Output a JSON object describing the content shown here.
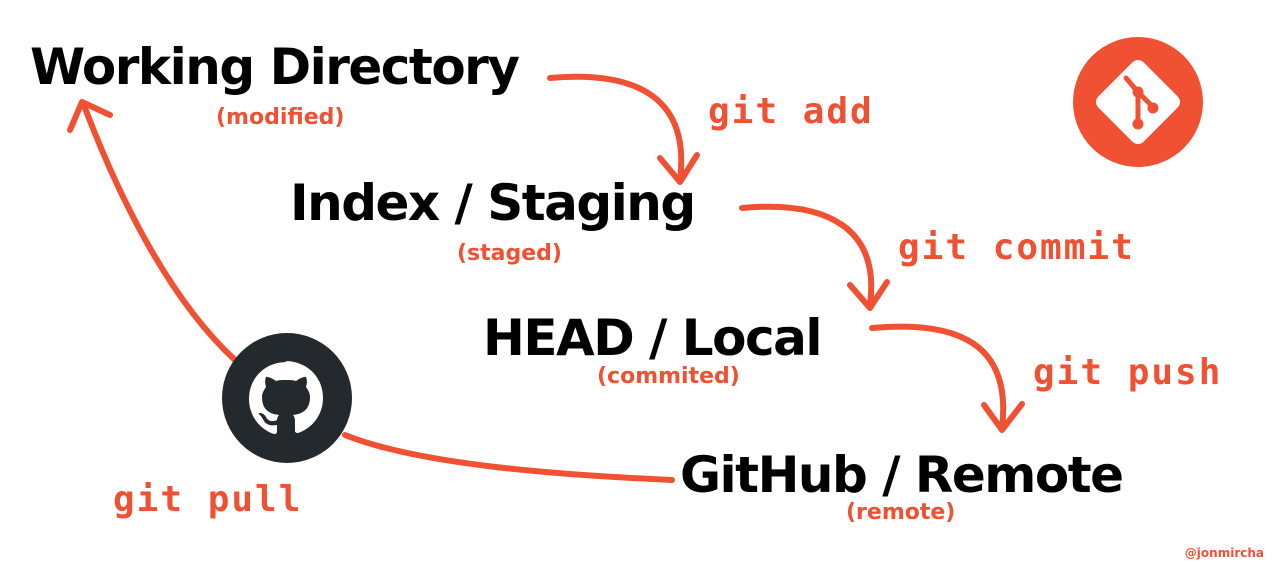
{
  "stages": {
    "working_directory": {
      "title": "Working Directory",
      "status": "(modified)"
    },
    "index_staging": {
      "title": "Index / Staging",
      "status": "(staged)"
    },
    "head_local": {
      "title": "HEAD / Local",
      "status": "(commited)"
    },
    "github_remote": {
      "title": "GitHub / Remote",
      "status": "(remote)"
    }
  },
  "commands": {
    "add": "git add",
    "commit": "git commit",
    "push": "git push",
    "pull": "git pull"
  },
  "credit": "@jonmircha",
  "icons": {
    "git_logo": "git-logo-icon",
    "github_logo": "github-octocat-icon"
  },
  "colors": {
    "accent": "#F05133",
    "text": "#000000",
    "github_circle": "#24292E",
    "background": "#FFFFFF"
  }
}
